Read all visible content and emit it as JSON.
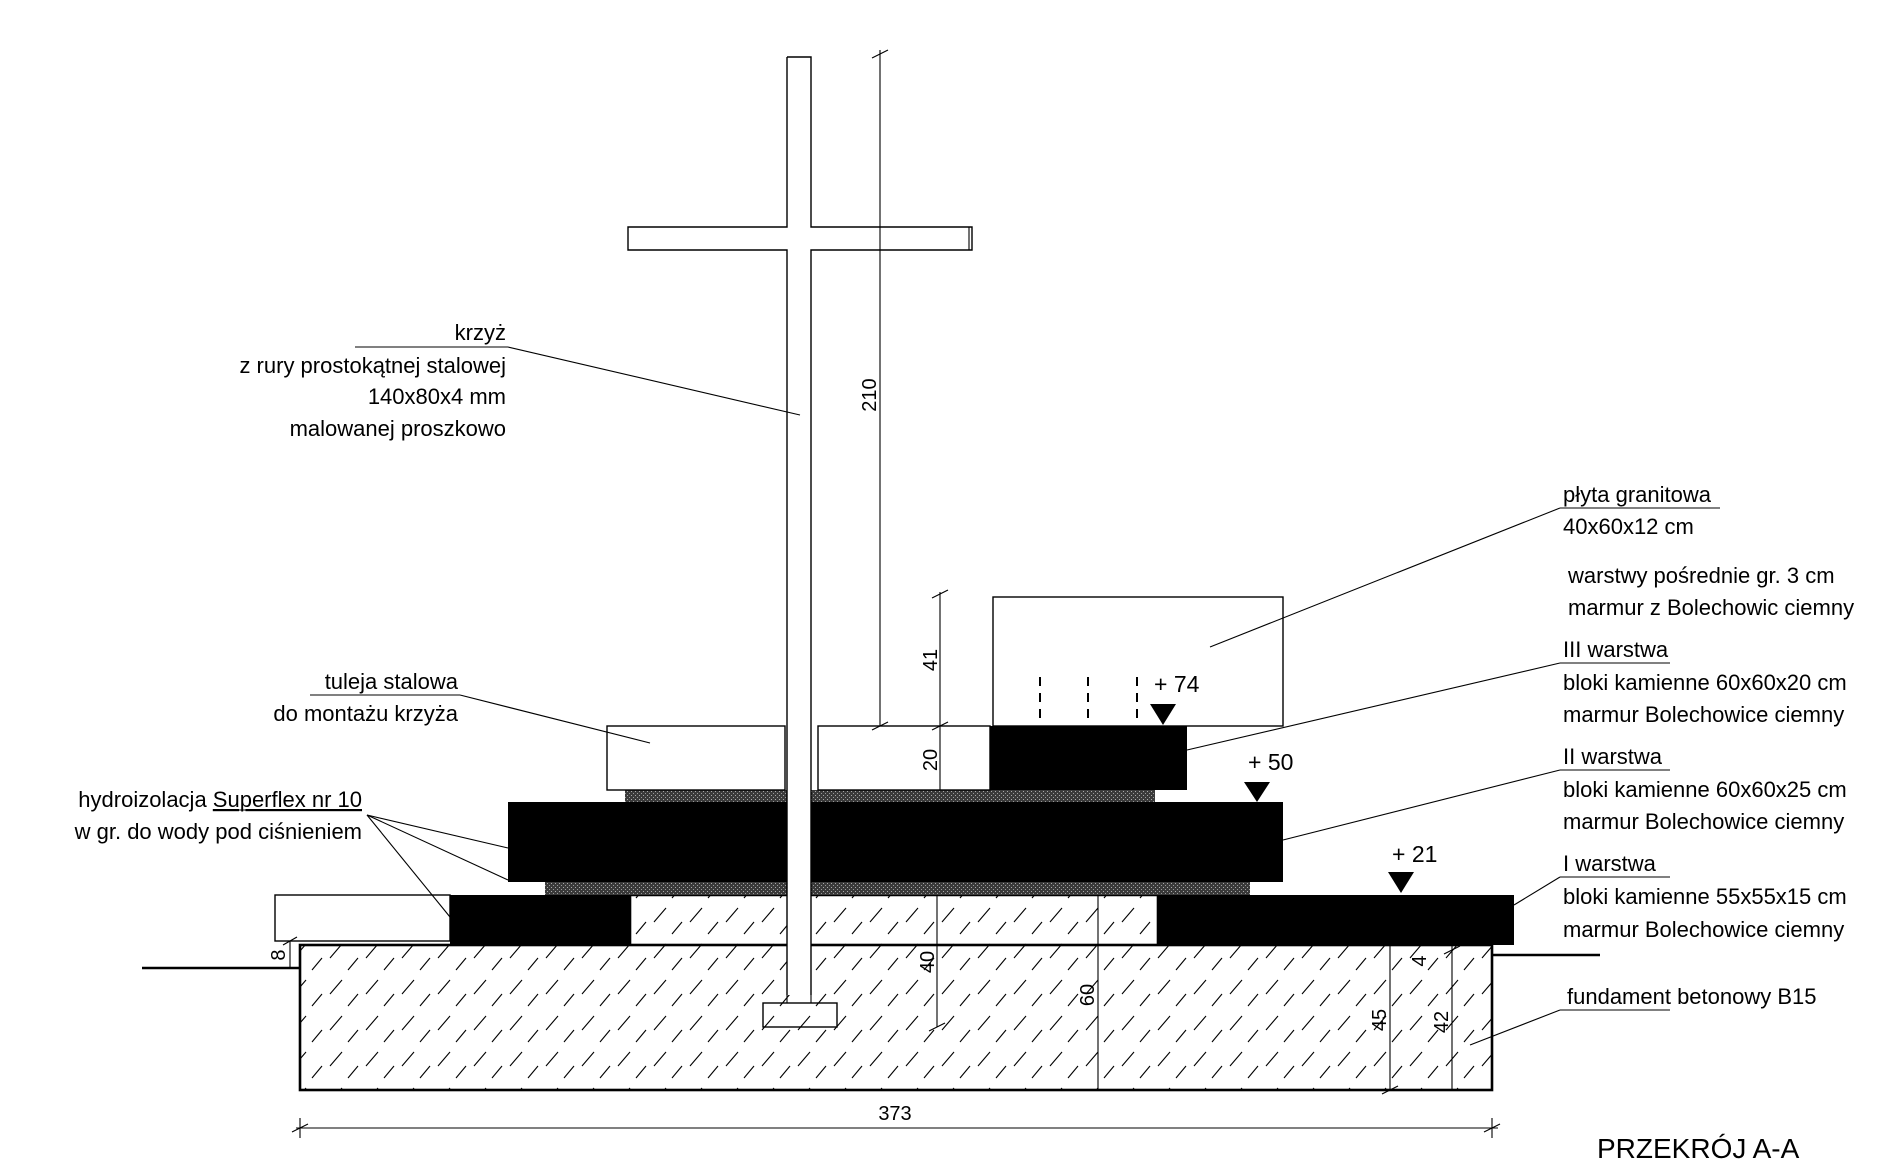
{
  "labels": {
    "cross": {
      "line1": "krzyż",
      "line2": "z rury prostokątnej stalowej",
      "line3": "140x80x4 mm",
      "line4": "malowanej proszkowo"
    },
    "granite": {
      "line1": "płyta granitowa",
      "line2": "40x60x12 cm"
    },
    "intermediate": {
      "line1": "warstwy pośrednie gr. 3 cm",
      "line2": "marmur z Bolechowic ciemny"
    },
    "layer3": {
      "line1": "III warstwa",
      "line2": "bloki kamienne 60x60x20 cm",
      "line3": "marmur Bolechowice ciemny"
    },
    "layer2": {
      "line1": "II warstwa",
      "line2": "bloki kamienne 60x60x25 cm",
      "line3": "marmur Bolechowice ciemny"
    },
    "layer1": {
      "line1": "I warstwa",
      "line2": "bloki kamienne 55x55x15 cm",
      "line3": "marmur Bolechowice ciemny"
    },
    "foundation": {
      "line1": "fundament betonowy B15"
    },
    "sleeve": {
      "line1": "tuleja stalowa",
      "line2": "do montażu krzyża"
    },
    "waterproofing": {
      "line1a": "hydroizolacja ",
      "line1b": "Superflex nr 10",
      "line2": "w gr. do wody pod ciśnieniem"
    }
  },
  "elevations": {
    "e74": "+ 74",
    "e50": "+ 50",
    "e21": "+ 21"
  },
  "dimensions": {
    "d210": "210",
    "d41": "41",
    "d20": "20",
    "d40": "40",
    "d60": "60",
    "d45": "45",
    "d42": "42",
    "d4": "4",
    "d8": "8",
    "d373": "373"
  },
  "title": "PRZEKRÓJ A-A"
}
